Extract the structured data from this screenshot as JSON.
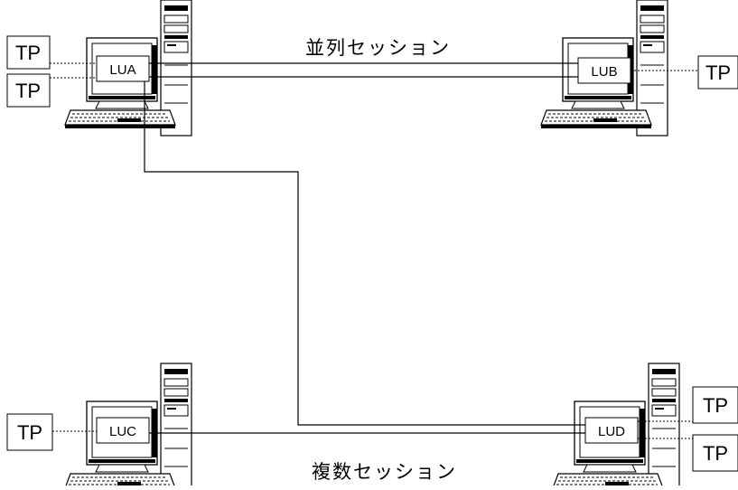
{
  "diagram": {
    "labels": {
      "parallel_sessions": "並列セッション",
      "multiple_sessions": "複数セッション"
    },
    "lu": {
      "a": "LUA",
      "b": "LUB",
      "c": "LUC",
      "d": "LUD"
    },
    "tp": "TP"
  }
}
